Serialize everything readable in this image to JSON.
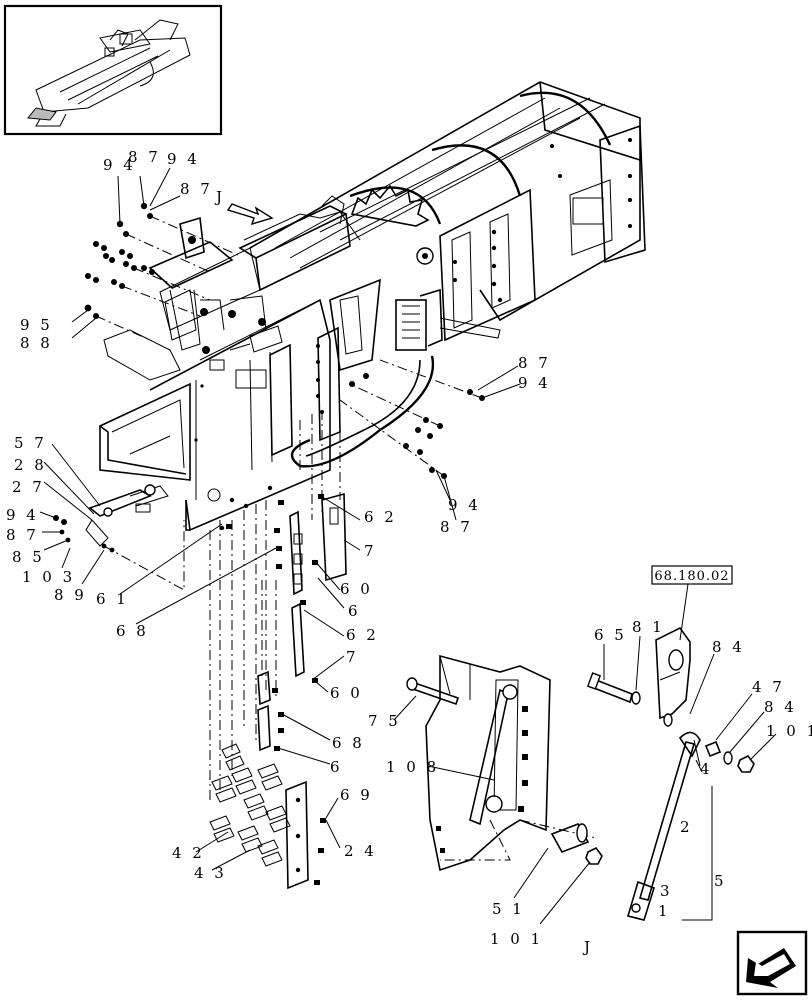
{
  "callouts": {
    "c94a": "9 4",
    "c87a": "8 7",
    "c94b": "9 4",
    "c87b": "8 7",
    "cJtop": "J",
    "c95": "9 5",
    "c88": "8 8",
    "c57": "5 7",
    "c28": "2 8",
    "c27": "2 7",
    "c94c": "9 4",
    "c87c": "8 7",
    "c85": "8 5",
    "c103": "1 0 3",
    "c89": "8 9",
    "c61": "6 1",
    "c68a": "6 8",
    "c87d": "8 7",
    "c94d": "9 4",
    "c94e": "9 4",
    "c87e": "8 7",
    "c62a": "6 2",
    "c7a": "7",
    "c60a": "6 0",
    "c6a": "6",
    "c62b": "6 2",
    "c7b": "7",
    "c60b": "6 0",
    "c68b": "6 8",
    "c6b": "6",
    "c69": "6 9",
    "c24": "2 4",
    "c42": "4 2",
    "c43": "4 3",
    "c75": "7 5",
    "c108": "1 0 8",
    "c51": "5 1",
    "c101a": "1 0 1",
    "cJbot": "J",
    "c65": "6 5",
    "c81": "8 1",
    "c84a": "8 4",
    "c47": "4 7",
    "c84b": "8 4",
    "c101b": "1 0 1",
    "c4": "4",
    "c2": "2",
    "c5": "5",
    "c3": "3",
    "c1": "1"
  },
  "reference_box": "68.180.02",
  "icons": {
    "inset": "overview-thumbnail",
    "nav": "page-navigation-arrow-icon"
  }
}
